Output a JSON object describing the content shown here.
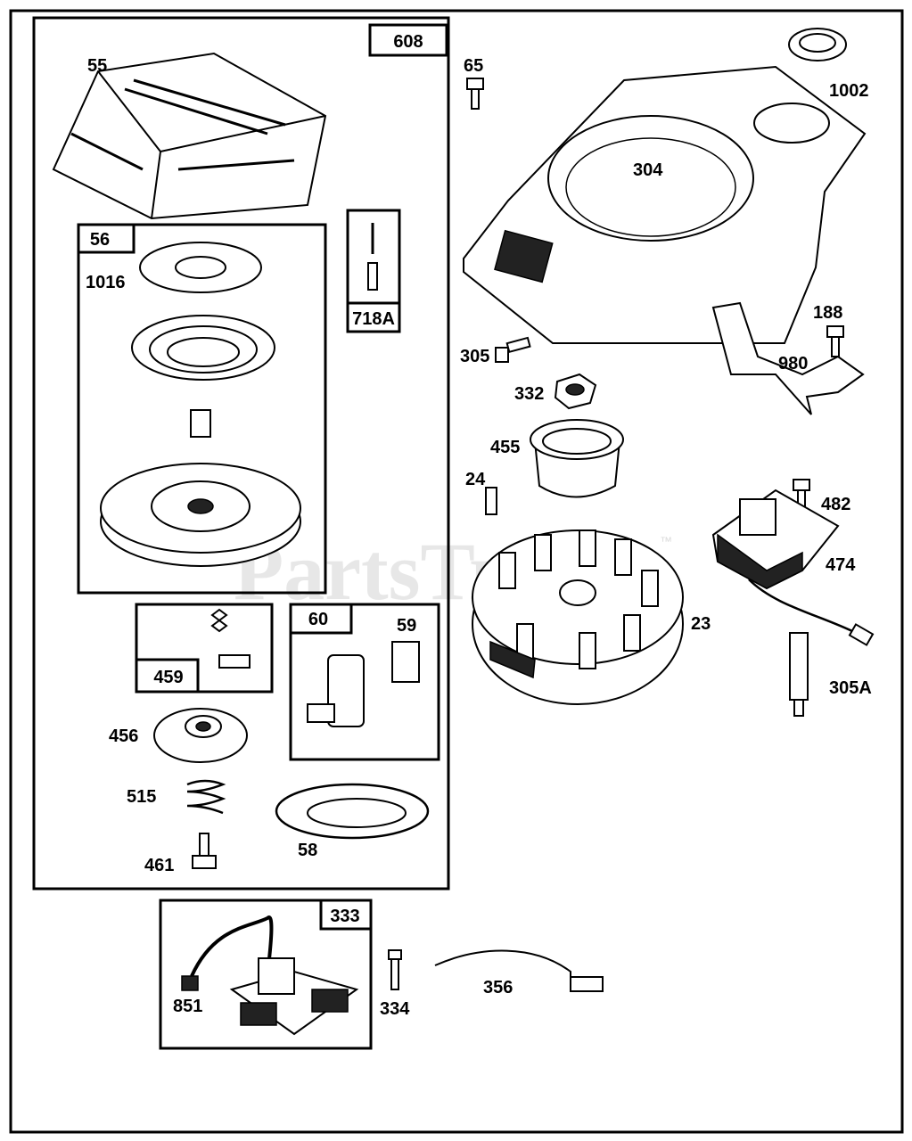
{
  "watermark": {
    "text": "PartsTree",
    "tm": "™"
  },
  "boxes": {
    "b608": "608",
    "b56": "56",
    "b718A": "718A",
    "b459": "459",
    "b60": "60",
    "b333": "333"
  },
  "labels": {
    "l55": "55",
    "l1016": "1016",
    "l65": "65",
    "l1002": "1002",
    "l304": "304",
    "l188": "188",
    "l980": "980",
    "l305": "305",
    "l332": "332",
    "l455": "455",
    "l24": "24",
    "l482": "482",
    "l474": "474",
    "l23": "23",
    "l305A": "305A",
    "l59": "59",
    "l456": "456",
    "l515": "515",
    "l461": "461",
    "l58": "58",
    "l851": "851",
    "l334": "334",
    "l356": "356"
  }
}
